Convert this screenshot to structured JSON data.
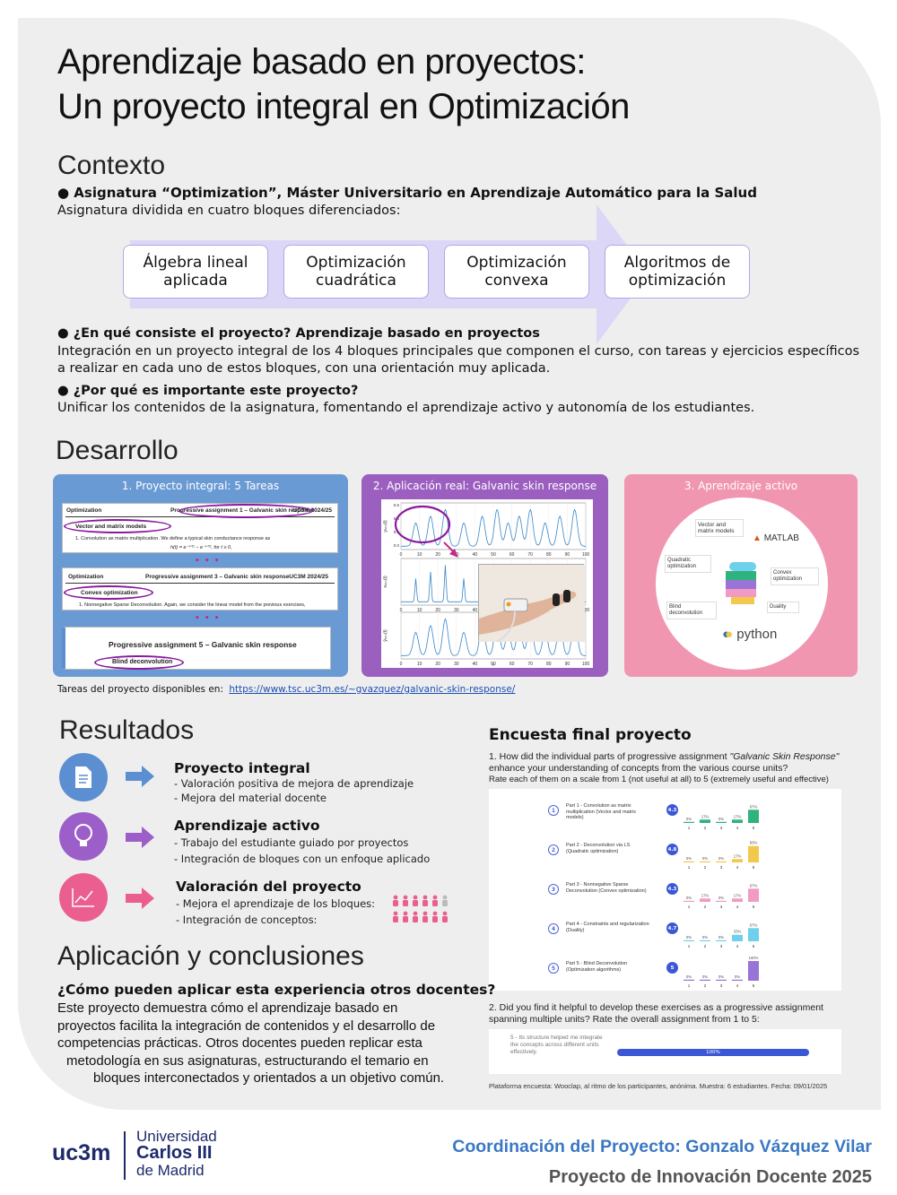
{
  "title": {
    "line1": "Aprendizaje basado en proyectos:",
    "line2": "Un proyecto integral en Optimización"
  },
  "contexto": {
    "heading": "Contexto",
    "bullet1": "● Asignatura “Optimization”, Máster Universitario en Aprendizaje Automático para la Salud",
    "line1": "Asignatura dividida en cuatro bloques diferenciados:",
    "blocks": [
      "Álgebra lineal aplicada",
      "Optimización cuadrática",
      "Optimización convexa",
      "Algoritmos de optimización"
    ],
    "q1": "● ¿En qué consiste el proyecto? Aprendizaje basado en proyectos",
    "q1_text1": "Integración en un proyecto integral de los 4 bloques principales que componen el curso, con tareas y ejercicios específicos",
    "q1_text2": "a realizar en cada uno de estos bloques, con una orientación muy aplicada.",
    "q2": "● ¿Por qué es importante este proyecto?",
    "q2_text": "Unificar los contenidos de la asignatura, fomentando el aprendizaje activo y autonomía de los estudiantes."
  },
  "desarrollo": {
    "heading": "Desarrollo",
    "panel1": {
      "title": "1. Proyecto integral: 5 Tareas",
      "doc1": {
        "left": "Optimization",
        "center": "Progressive assignment 1 – Galvanic skin response",
        "right": "UC3M 2024/25",
        "section": "Vector and matrix models",
        "item": "1. Convolution as matrix multiplication. We define a typical skin conductance response as",
        "formula": "h(t) = e⁻ᵗᐟᵗ¹ − e⁻ᵗᐟᵗ², for t ≥ 0,"
      },
      "doc2": {
        "left": "Optimization",
        "center": "Progressive assignment 3 – Galvanic skin response",
        "right": "UC3M 2024/25",
        "section": "Convex optimization",
        "item": "1. Nonnegative Sparse Deconvolution. Again, we consider the linear model from the previous exercises,"
      },
      "doc3": {
        "center": "Progressive assignment 5 – Galvanic skin response",
        "section": "Blind deconvolution"
      },
      "dots": "• • •"
    },
    "panel2": {
      "title": "2. Aplicación real: Galvanic skin response",
      "ticks": [
        "0",
        "10",
        "20",
        "30",
        "40",
        "50",
        "60",
        "70",
        "80",
        "90",
        "100"
      ],
      "yticks_top": [
        "0.6",
        "0.4",
        "0.2",
        "0.0"
      ],
      "ylabels": [
        "yₜₙᵢₛ(t)",
        "xₜₙᵢₛ(t)",
        "ŷₜₙᵢₛ(t)"
      ],
      "xlabel": "t"
    },
    "panel3": {
      "title": "3. Aprendizaje activo",
      "notes": [
        "Vector and matrix models",
        "Quadratic optimization",
        "Convex optimization",
        "Blind deconvolution",
        "Duality"
      ],
      "matlab": "MATLAB",
      "python": "python"
    },
    "link_label": "Tareas del proyecto disponibles en:",
    "link": "https://www.tsc.uc3m.es/~gvazquez/galvanic-skin-response/"
  },
  "resultados": {
    "heading": "Resultados",
    "items": [
      {
        "title": "Proyecto integral",
        "lines": [
          "- Valoración positiva de mejora de aprendizaje",
          "- Mejora del material docente"
        ],
        "color": "#5b8fd2"
      },
      {
        "title": "Aprendizaje activo",
        "lines": [
          "- Trabajo del estudiante guiado por proyectos",
          "- Integración de bloques con un enfoque aplicado"
        ],
        "color": "#9c5ec9"
      },
      {
        "title": "Valoración del proyecto",
        "lines": [
          "- Mejora el aprendizaje de los bloques:",
          "- Integración de conceptos:"
        ],
        "color": "#ea5f90"
      }
    ],
    "icons": [
      "document-icon",
      "lightbulb-icon",
      "chart-icon"
    ]
  },
  "encuesta": {
    "heading": "Encuesta final proyecto",
    "q1_a": "1. How did the individual parts of progressive assignment ",
    "q1_em": "\"Galvanic Skin Response\"",
    "q1_b": "enhance your understanding of concepts from the various course units?",
    "q1_c": "Rate each of them on a scale from 1 (not useful at all) to 5 (extremely useful and effective)",
    "parts": [
      {
        "n": "1",
        "label": "Part 1 - Convolution as matrix multiplication (Vector and matrix models)",
        "score": "4.3",
        "pcts": [
          "0%",
          "17%",
          "0%",
          "17%",
          "67%"
        ],
        "values": [
          0,
          17,
          0,
          17,
          67
        ],
        "color": "#2fb37e"
      },
      {
        "n": "2",
        "label": "Part 2 - Deconvolution via LS (Quadratic optimization)",
        "score": "4.8",
        "pcts": [
          "0%",
          "0%",
          "0%",
          "17%",
          "83%"
        ],
        "values": [
          0,
          0,
          0,
          17,
          83
        ],
        "color": "#f2c94c"
      },
      {
        "n": "3",
        "label": "Part 3 - Nonnegative Sparse Deconvolution (Convex optimization)",
        "score": "4.3",
        "pcts": [
          "0%",
          "17%",
          "0%",
          "17%",
          "67%"
        ],
        "values": [
          0,
          17,
          0,
          17,
          67
        ],
        "color": "#f39ac4"
      },
      {
        "n": "4",
        "label": "Part 4 - Constraints and regularization (Duality)",
        "score": "4.7",
        "pcts": [
          "0%",
          "0%",
          "0%",
          "33%",
          "67%"
        ],
        "values": [
          0,
          0,
          0,
          33,
          67
        ],
        "color": "#6ed0ea"
      },
      {
        "n": "5",
        "label": "Part 5 - Blind Deconvolution (Optimization algorithms)",
        "score": "5",
        "pcts": [
          "0%",
          "0%",
          "0%",
          "0%",
          "100%"
        ],
        "values": [
          0,
          0,
          0,
          0,
          100
        ],
        "color": "#9a73d6"
      }
    ],
    "scale": [
      "1",
      "2",
      "3",
      "4",
      "5"
    ],
    "q2_a": "2. Did you find it helpful to develop these exercises as a progressive assignment",
    "q2_b": "spanning multiple units? Rate the overall assignment from 1 to 5:",
    "q2_option": "5 - Its structure helped me integrate the concepts across different units effectively.",
    "q2_value": "100%",
    "q2_fraction": 1.0,
    "source": "Plataforma encuesta: Wooclap, al ritmo de los participantes, anónima. Muestra: 6 estudiantes. Fecha: 09/01/2025"
  },
  "conclusiones": {
    "heading": "Aplicación y conclusiones",
    "question": "¿Cómo pueden aplicar esta experiencia otros docentes?",
    "lines": [
      "Este proyecto demuestra cómo el aprendizaje basado en",
      "proyectos facilita la integración de contenidos y el desarrollo de",
      "competencias prácticas. Otros docentes pueden replicar esta",
      "metodología en sus asignaturas, estructurando el temario en",
      "bloques interconectados y orientados a un objetivo común."
    ]
  },
  "footer": {
    "logo_short": "uc3m",
    "logo_line1": "Universidad",
    "logo_line2": "Carlos III",
    "logo_line3": "de Madrid",
    "coordination": "Coordinación del Proyecto: Gonzalo Vázquez Vilar",
    "project": "Proyecto de Innovación Docente 2025"
  },
  "colors": {
    "blue": "#6a9ad3",
    "purple": "#9b5fc0",
    "pink": "#f196b1",
    "link": "#1a4fb5"
  }
}
